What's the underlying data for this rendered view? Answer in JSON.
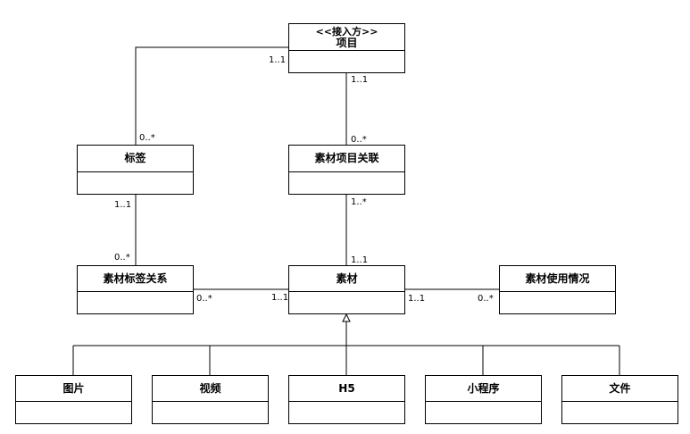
{
  "classes": {
    "project": {
      "stereotype": "<<接入方>>",
      "name": "项目"
    },
    "tag": {
      "name": "标签"
    },
    "matproj": {
      "name": "素材项目关联"
    },
    "mattag": {
      "name": "素材标签关系"
    },
    "material": {
      "name": "素材"
    },
    "usage": {
      "name": "素材使用情况"
    },
    "image": {
      "name": "图片"
    },
    "video": {
      "name": "视频"
    },
    "h5": {
      "name": "H5"
    },
    "miniprog": {
      "name": "小程序"
    },
    "file": {
      "name": "文件"
    }
  },
  "multiplicities": {
    "project_tag_end": "1..1",
    "tag_project_end": "0..*",
    "project_matproj_end": "1..1",
    "matproj_project_end": "0..*",
    "tag_mattag_end": "1..1",
    "mattag_tag_end": "0..*",
    "matproj_material_end": "1..*",
    "material_matproj_end": "1..1",
    "mattag_material_end": "0..*",
    "material_mattag_end": "1..1",
    "material_usage_end": "1..1",
    "usage_material_end": "0..*"
  }
}
